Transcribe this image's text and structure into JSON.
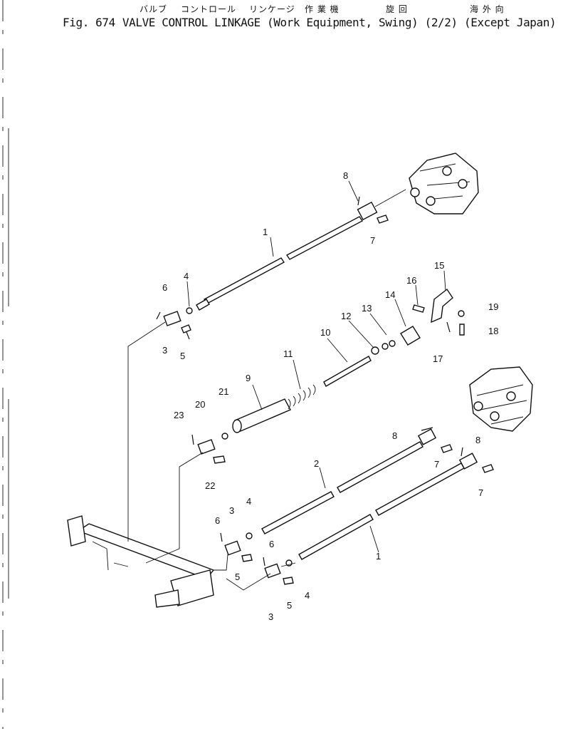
{
  "header": {
    "jp_valve": "バルブ",
    "jp_control": "コントロール",
    "jp_linkage": "リンケージ",
    "jp_work": "作 業 機",
    "jp_swing": "旋 回",
    "jp_except": "海 外 向",
    "fig_no": "Fig. 674",
    "title": "VALVE CONTROL LINKAGE (Work Equipment, Swing) (2/2) (Except Japan)"
  },
  "callouts": [
    {
      "id": "c8a",
      "text": "8"
    },
    {
      "id": "c7a",
      "text": "7"
    },
    {
      "id": "c1a",
      "text": "1"
    },
    {
      "id": "c4a",
      "text": "4"
    },
    {
      "id": "c6a",
      "text": "6"
    },
    {
      "id": "c3a",
      "text": "3"
    },
    {
      "id": "c5a",
      "text": "5"
    },
    {
      "id": "c15",
      "text": "15"
    },
    {
      "id": "c16",
      "text": "16"
    },
    {
      "id": "c14",
      "text": "14"
    },
    {
      "id": "c13",
      "text": "13"
    },
    {
      "id": "c12",
      "text": "12"
    },
    {
      "id": "c10",
      "text": "10"
    },
    {
      "id": "c19",
      "text": "19"
    },
    {
      "id": "c18",
      "text": "18"
    },
    {
      "id": "c17",
      "text": "17"
    },
    {
      "id": "c11",
      "text": "11"
    },
    {
      "id": "c9",
      "text": "9"
    },
    {
      "id": "c21",
      "text": "21"
    },
    {
      "id": "c20",
      "text": "20"
    },
    {
      "id": "c23",
      "text": "23"
    },
    {
      "id": "c22",
      "text": "22"
    },
    {
      "id": "c8b",
      "text": "8"
    },
    {
      "id": "c8c",
      "text": "8"
    },
    {
      "id": "c7b",
      "text": "7"
    },
    {
      "id": "c7c",
      "text": "7"
    },
    {
      "id": "c2",
      "text": "2"
    },
    {
      "id": "c4b",
      "text": "4"
    },
    {
      "id": "c3b",
      "text": "3"
    },
    {
      "id": "c6b",
      "text": "6"
    },
    {
      "id": "c5b",
      "text": "5"
    },
    {
      "id": "c6c",
      "text": "6"
    },
    {
      "id": "c1b",
      "text": "1"
    },
    {
      "id": "c4c",
      "text": "4"
    },
    {
      "id": "c5c",
      "text": "5"
    },
    {
      "id": "c3c",
      "text": "3"
    }
  ]
}
